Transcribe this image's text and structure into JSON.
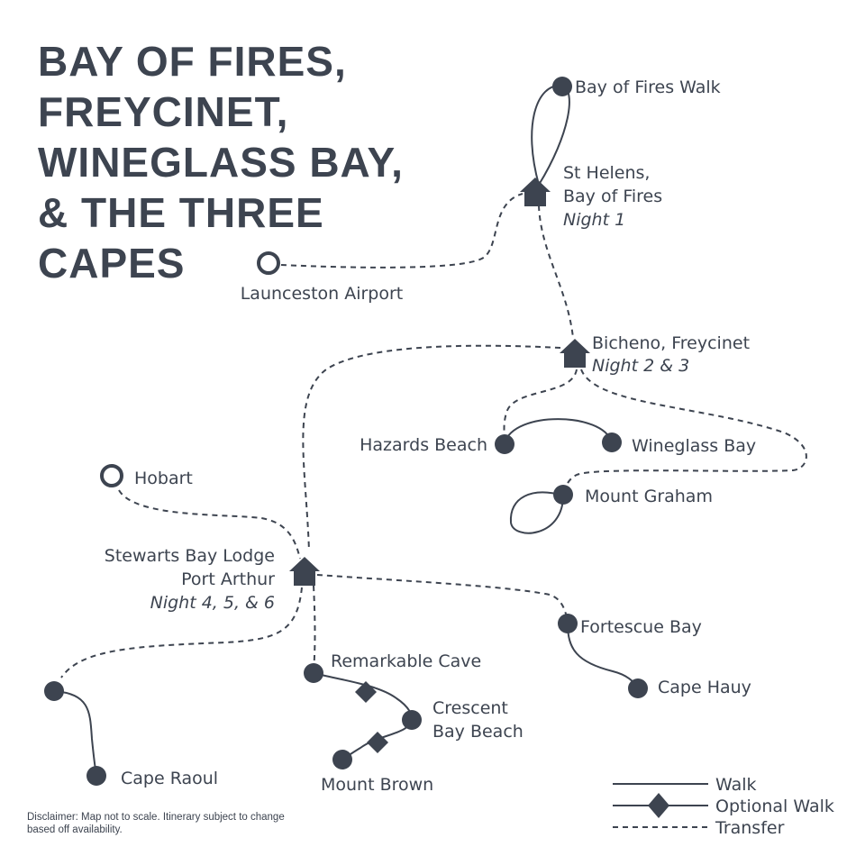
{
  "title": [
    "BAY OF FIRES,",
    "FREYCINET,",
    "WINEGLASS BAY,",
    "& THE THREE",
    "CAPES"
  ],
  "places": {
    "bay_of_fires_walk": "Bay of Fires Walk",
    "st_helens": [
      "St Helens,",
      "Bay of Fires"
    ],
    "night1": "Night 1",
    "launceston": "Launceston Airport",
    "bicheno": "Bicheno, Freycinet",
    "night23": "Night 2 & 3",
    "hazards": "Hazards Beach",
    "wineglass": "Wineglass Bay",
    "mount_graham": "Mount Graham",
    "hobart": "Hobart",
    "stewarts": [
      "Stewarts Bay Lodge",
      "Port Arthur"
    ],
    "night456": "Night 4, 5, & 6",
    "fortescue": "Fortescue Bay",
    "cape_hauy": "Cape Hauy",
    "remarkable": "Remarkable Cave",
    "crescent": [
      "Crescent",
      "Bay Beach"
    ],
    "mount_brown": "Mount Brown",
    "cape_raoul": "Cape Raoul"
  },
  "legend": {
    "walk": "Walk",
    "optional": "Optional Walk",
    "transfer": "Transfer"
  },
  "disclaimer": "Disclaimer: Map not to scale. Itinerary subject to change based off availability.",
  "colors": {
    "ink": "#3d4450"
  }
}
